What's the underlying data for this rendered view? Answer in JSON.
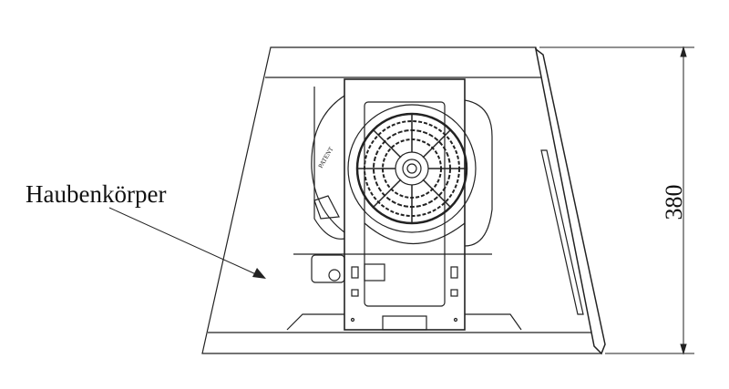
{
  "labels": {
    "part_label": "Haubenkörper",
    "dimension_value": "380",
    "fan_marking": "PATENT"
  }
}
